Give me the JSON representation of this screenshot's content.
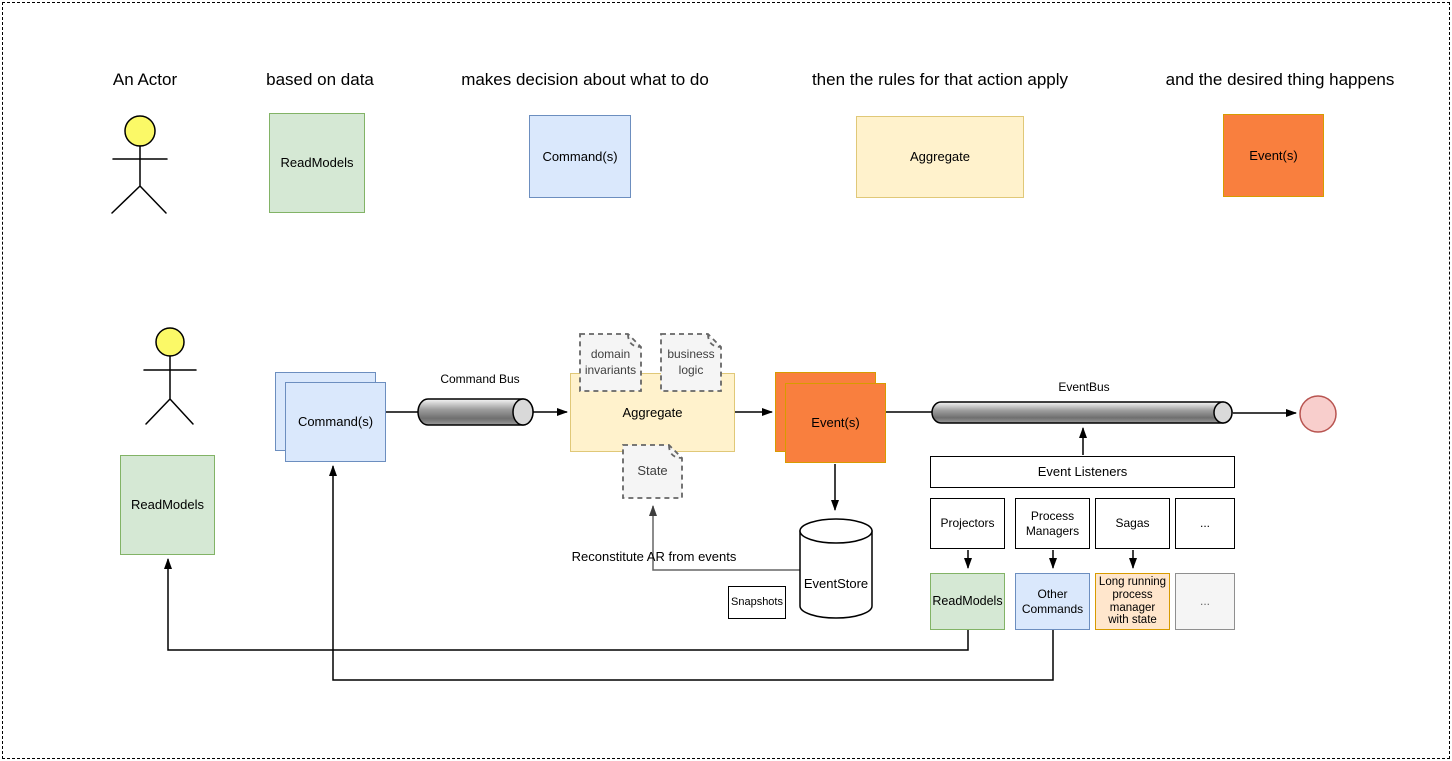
{
  "captions": [
    "An Actor",
    "based on data",
    "makes decision about what to do",
    "then the rules for that action apply",
    "and the desired thing happens"
  ],
  "nodes": {
    "readmodels": "ReadModels",
    "commands": "Command(s)",
    "aggregate": "Aggregate",
    "events": "Event(s)",
    "command_bus": "Command Bus",
    "event_bus": "EventBus",
    "event_store": "EventStore",
    "snapshots": "Snapshots",
    "state": "State",
    "domain_invariants": "domain invariants",
    "business_logic": "business logic",
    "event_listeners": "Event Listeners",
    "reconstitute": "Reconstitute AR from events",
    "other_commands": "Other Commands",
    "long_running": "Long running process manager with state",
    "ellipsis": "..."
  },
  "listeners": [
    "Projectors",
    "Process Managers",
    "Sagas",
    "..."
  ],
  "colors": {
    "green_fill": "#d5e8d4",
    "green_stroke": "#82b366",
    "blue_fill": "#dae8fc",
    "blue_stroke": "#6c8ebf",
    "yellow_fill": "#fff2cc",
    "yellow_stroke": "#e0c878",
    "orange_fill": "#f97f3e",
    "orange_stroke": "#d79b00",
    "peach_fill": "#ffe6cc",
    "peach_stroke": "#d79b00",
    "gray_fill": "#f5f5f5",
    "pink_fill": "#f8cecc",
    "pink_stroke": "#b85450",
    "note_fill": "#f5f5f5",
    "note_stroke": "#666666",
    "actor_head": "#fbf967"
  }
}
